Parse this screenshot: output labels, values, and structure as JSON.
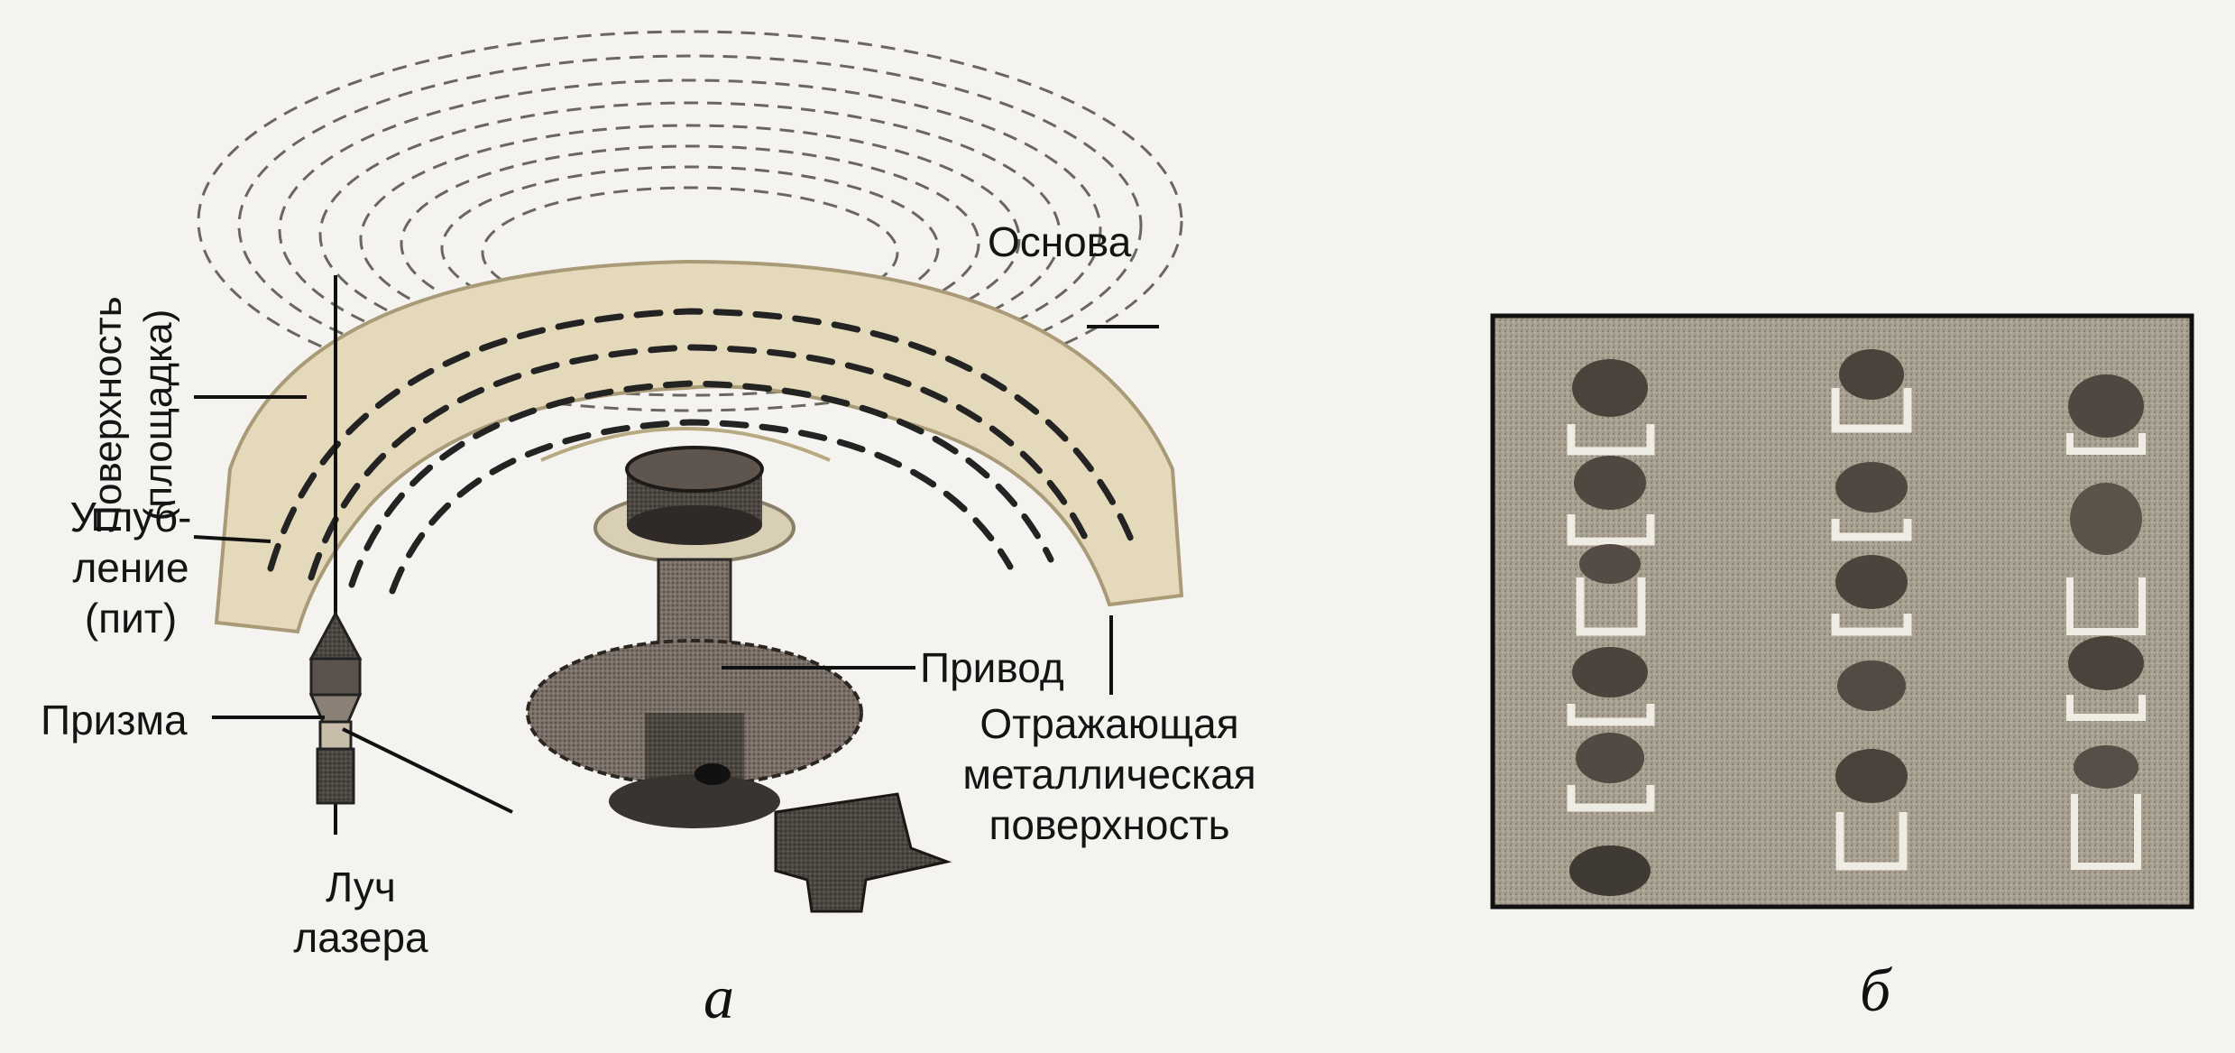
{
  "panel_a": {
    "letter": "а",
    "labels": {
      "surface_line1": "Поверхность",
      "surface_line2": "(площадка)",
      "base": "Основа",
      "pit_line1": "Углуб-",
      "pit_line2": "ление",
      "pit_line3": "(пит)",
      "prism": "Призма",
      "drive": "Привод",
      "reflective_line1": "Отражающая",
      "reflective_line2": "металлическая",
      "reflective_line3": "поверхность",
      "laser_line1": "Луч",
      "laser_line2": "лазера"
    }
  },
  "panel_b": {
    "letter": "б"
  },
  "colors": {
    "disc": "#e6dcc0",
    "disc_edge": "#b9ab86",
    "track": "#2a2a2a",
    "motor_dark": "#3a3430",
    "motor_mid": "#6d625a",
    "micro_bg": "#a49c8c"
  }
}
